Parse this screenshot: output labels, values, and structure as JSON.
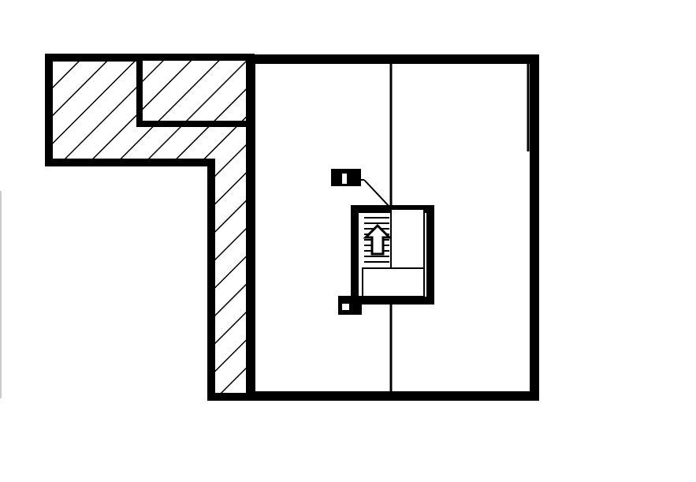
{
  "diagram": {
    "type": "floor-plan",
    "elements": [
      "hatched-wall-zone",
      "main-room",
      "center-partition",
      "stairwell",
      "stair-up-arrow",
      "service-opening-top",
      "service-opening-bottom"
    ],
    "colors": {
      "wall": "#000000",
      "floor": "#ffffff",
      "hatch": "#000000"
    }
  }
}
